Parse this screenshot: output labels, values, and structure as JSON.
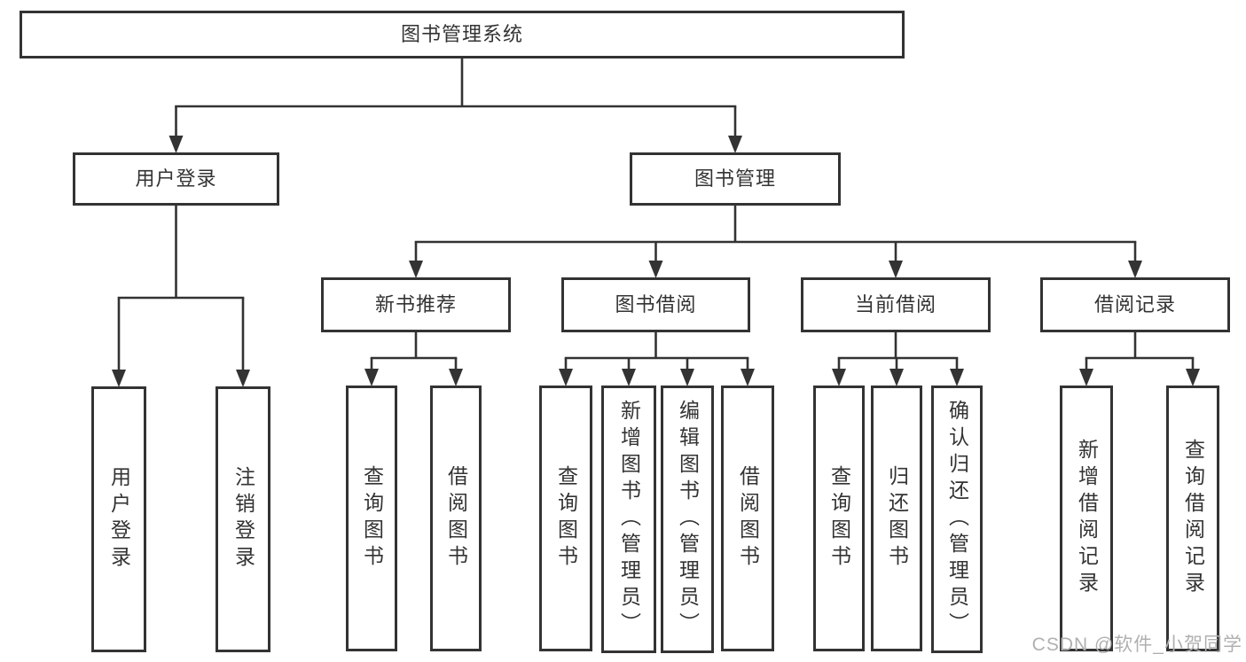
{
  "diagram": {
    "title": "图书管理系统",
    "nodes": [
      {
        "id": "root",
        "label": "图书管理系统"
      },
      {
        "id": "user-login",
        "label": "用户登录"
      },
      {
        "id": "book-management",
        "label": "图书管理"
      },
      {
        "id": "new-book-recommend",
        "label": "新书推荐"
      },
      {
        "id": "book-borrowing",
        "label": "图书借阅"
      },
      {
        "id": "current-borrowing",
        "label": "当前借阅"
      },
      {
        "id": "borrowing-records",
        "label": "借阅记录"
      },
      {
        "id": "leaf-user-login",
        "label": "用户登录"
      },
      {
        "id": "leaf-logout",
        "label": "注销登录"
      },
      {
        "id": "leaf-query-books-recommend",
        "label": "查询图书"
      },
      {
        "id": "leaf-borrow-books-recommend",
        "label": "借阅图书"
      },
      {
        "id": "leaf-query-books-borrowing",
        "label": "查询图书"
      },
      {
        "id": "leaf-add-books",
        "label": "新增图书（管理员）"
      },
      {
        "id": "leaf-edit-books",
        "label": "编辑图书（管理员）"
      },
      {
        "id": "leaf-borrow-books",
        "label": "借阅图书"
      },
      {
        "id": "leaf-query-books-current",
        "label": "查询图书"
      },
      {
        "id": "leaf-return-books",
        "label": "归还图书"
      },
      {
        "id": "leaf-confirm-return",
        "label": "确认归还（管理员）"
      },
      {
        "id": "leaf-add-borrow-record",
        "label": "新增借阅记录"
      },
      {
        "id": "leaf-query-borrow-record",
        "label": "查询借阅记录"
      }
    ],
    "edges": [
      {
        "from": "root",
        "to": [
          "user-login",
          "book-management"
        ]
      },
      {
        "from": "user-login",
        "to": [
          "leaf-user-login",
          "leaf-logout"
        ]
      },
      {
        "from": "book-management",
        "to": [
          "new-book-recommend",
          "book-borrowing",
          "current-borrowing",
          "borrowing-records"
        ]
      },
      {
        "from": "new-book-recommend",
        "to": [
          "leaf-query-books-recommend",
          "leaf-borrow-books-recommend"
        ]
      },
      {
        "from": "book-borrowing",
        "to": [
          "leaf-query-books-borrowing",
          "leaf-add-books",
          "leaf-edit-books",
          "leaf-borrow-books"
        ]
      },
      {
        "from": "current-borrowing",
        "to": [
          "leaf-query-books-current",
          "leaf-return-books",
          "leaf-confirm-return"
        ]
      },
      {
        "from": "borrowing-records",
        "to": [
          "leaf-add-borrow-record",
          "leaf-query-borrow-record"
        ]
      }
    ]
  },
  "watermark": {
    "text": "CSDN @软件_小贺同学"
  },
  "colors": {
    "line": "#333333",
    "box_border": "#333333",
    "text": "#333333",
    "watermark": "#b0b0b0",
    "background": "#ffffff"
  }
}
